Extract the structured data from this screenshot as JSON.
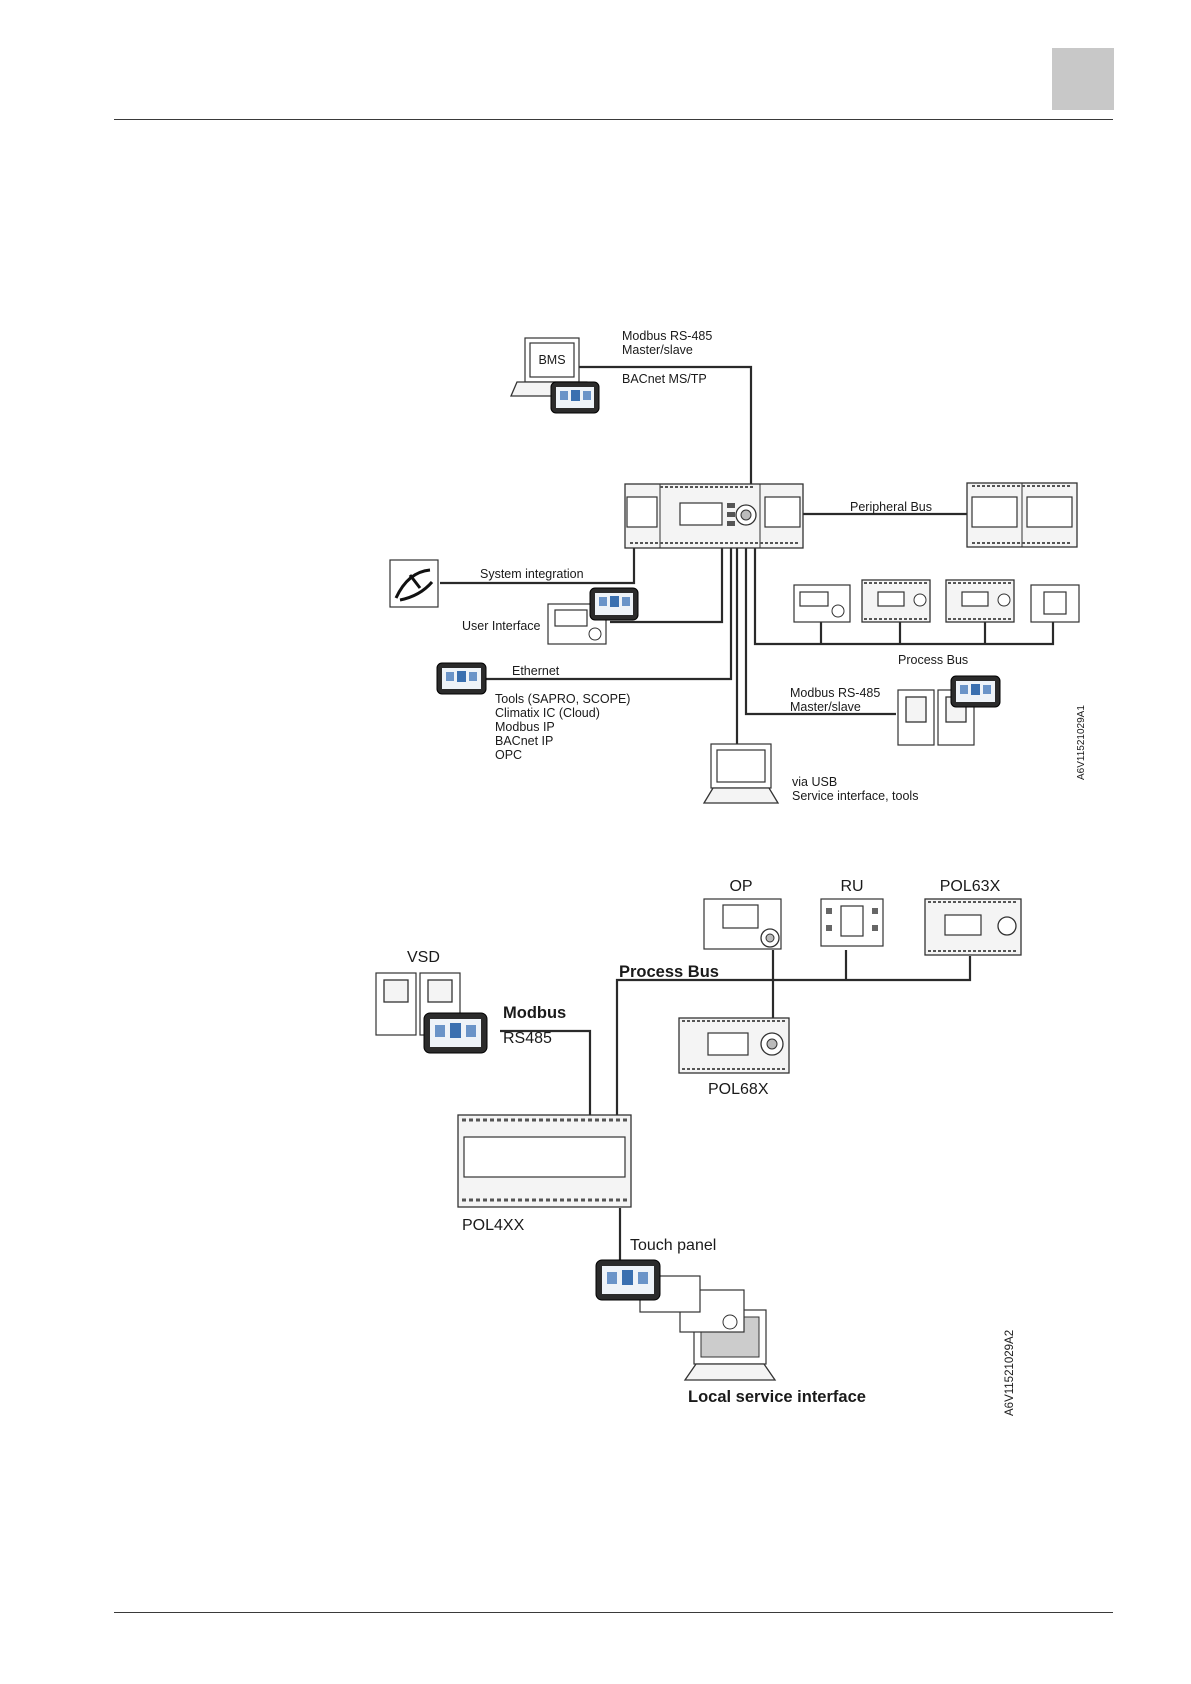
{
  "diagram1": {
    "labels": {
      "bms": "BMS",
      "modbus_rs485_top": "Modbus RS-485",
      "master_slave_top": "Master/slave",
      "bacnet_mstp": "BACnet MS/TP",
      "peripheral_bus": "Peripheral Bus",
      "system_integration": "System integration",
      "user_interface": "User Interface",
      "ethernet": "Ethernet",
      "tools": "Tools (SAPRO, SCOPE)",
      "climatix_ic": "Climatix IC (Cloud)",
      "modbus_ip": "Modbus IP",
      "bacnet_ip": "BACnet IP",
      "opc": "OPC",
      "process_bus": "Process Bus",
      "modbus_rs485_bottom": "Modbus RS-485",
      "master_slave_bottom": "Master/slave",
      "via_usb": "via USB",
      "service_interface": "Service interface, tools",
      "figure_code": "A6V11521029A1"
    }
  },
  "diagram2": {
    "labels": {
      "op": "OP",
      "ru": "RU",
      "pol63x": "POL63X",
      "vsd": "VSD",
      "process_bus": "Process Bus",
      "modbus": "Modbus",
      "rs485": "RS485",
      "pol68x": "POL68X",
      "pol4xx": "POL4XX",
      "touch_panel": "Touch panel",
      "local_service_interface": "Local service interface",
      "figure_code": "A6V11521029A2"
    }
  }
}
